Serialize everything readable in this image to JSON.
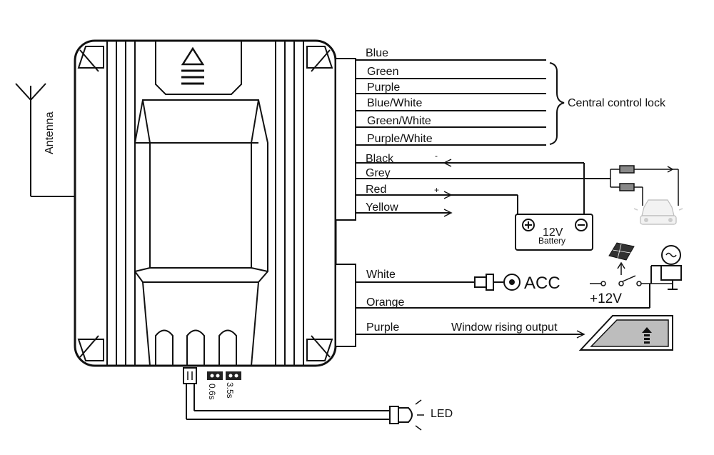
{
  "wires_group1": [
    "Blue",
    "Green",
    "Purple",
    "Blue/White",
    "Green/White",
    "Purple/White"
  ],
  "wires_group2": [
    "Black",
    "Grey",
    "Red",
    "Yellow"
  ],
  "wires_group3": [
    "White",
    "Orange",
    "Purple"
  ],
  "labels": {
    "central_lock": "Central control lock",
    "antenna": "Antenna",
    "battery_voltage": "12V",
    "battery_name": "Battery",
    "minus_sign": "-",
    "plus_sign": "+",
    "acc": "ACC",
    "plus12v": "+12V",
    "window_output": "Window rising output",
    "led": "LED",
    "jumper_a": "0.6s",
    "jumper_b": "3.5s"
  }
}
